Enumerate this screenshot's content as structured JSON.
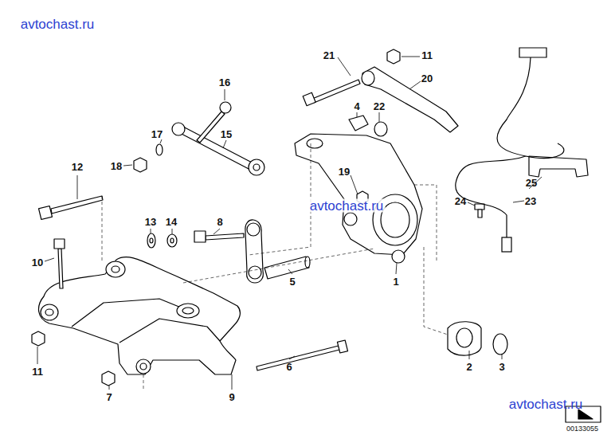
{
  "diagram": {
    "labels": [
      "avtochast.ru",
      "21",
      "11",
      "20",
      "16",
      "4",
      "22",
      "17",
      "15",
      "12",
      "18",
      "19",
      "25",
      "avtochast.ru",
      "24",
      "23",
      "13",
      "14",
      "8",
      "10",
      "5",
      "1",
      "6",
      "2",
      "3",
      "11",
      "7",
      "9",
      "avtochast.ru",
      "00133055"
    ]
  }
}
